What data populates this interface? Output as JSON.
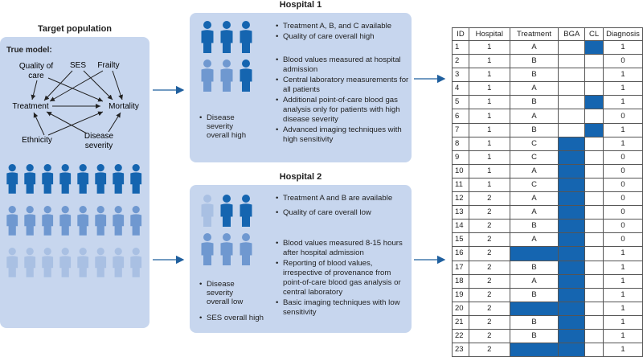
{
  "target": {
    "title": "Target population",
    "true_model_label": "True model:",
    "nodes": {
      "quality": [
        "Quality of",
        "care"
      ],
      "ses": "SES",
      "frailty": "Frailty",
      "treatment": "Treatment",
      "mortality": "Mortality",
      "ethnicity": "Ethnicity",
      "disease": [
        "Disease",
        "severity"
      ]
    }
  },
  "hospital1": {
    "title": "Hospital 1",
    "caption_lines": [
      "Disease",
      "severity",
      "overall high"
    ],
    "bullets_top": [
      "Treatment A, B, and C available",
      "Quality of care overall high"
    ],
    "bullets_bottom": [
      "Blood values measured at hospital admission",
      "Central laboratory measurements for all patients",
      "Additional point-of-care blood gas analysis only for patients with high disease severity",
      "Advanced imaging techniques with high sensitivity"
    ]
  },
  "hospital2": {
    "title": "Hospital 2",
    "caption_lines": [
      "Disease",
      "severity",
      "overall low"
    ],
    "caption2": "SES overall high",
    "bullets_top": [
      "Treatment A and B are available",
      "Quality of care overall low"
    ],
    "bullets_bottom": [
      "Blood values measured 8-15 hours after hospital admission",
      "Reporting of blood values, irrespective of provenance from point-of-care blood gas analysis or central laboratory",
      "Basic imaging techniques with low sensitivity"
    ]
  },
  "colors": {
    "panel": "#c7d6ee",
    "dark_blue": "#1565b0",
    "mid_blue": "#6f98d0",
    "light_blue": "#a9c0e3",
    "arrow": "#1f5f9e"
  },
  "table": {
    "headers": [
      "ID",
      "Hospital",
      "Treatment",
      "BGA",
      "CL",
      "Diagnosis"
    ],
    "rows": [
      {
        "id": "1",
        "hospital": "1",
        "treatment": "A",
        "bga": "",
        "cl": "",
        "diagnosis": "1",
        "blue": [
          "cl"
        ]
      },
      {
        "id": "2",
        "hospital": "1",
        "treatment": "B",
        "bga": "",
        "cl": "",
        "diagnosis": "0",
        "blue": []
      },
      {
        "id": "3",
        "hospital": "1",
        "treatment": "B",
        "bga": "",
        "cl": "",
        "diagnosis": "1",
        "blue": []
      },
      {
        "id": "4",
        "hospital": "1",
        "treatment": "A",
        "bga": "",
        "cl": "",
        "diagnosis": "1",
        "blue": []
      },
      {
        "id": "5",
        "hospital": "1",
        "treatment": "B",
        "bga": "",
        "cl": "",
        "diagnosis": "1",
        "blue": [
          "cl"
        ]
      },
      {
        "id": "6",
        "hospital": "1",
        "treatment": "A",
        "bga": "",
        "cl": "",
        "diagnosis": "0",
        "blue": []
      },
      {
        "id": "7",
        "hospital": "1",
        "treatment": "B",
        "bga": "",
        "cl": "",
        "diagnosis": "1",
        "blue": [
          "cl"
        ]
      },
      {
        "id": "8",
        "hospital": "1",
        "treatment": "C",
        "bga": "",
        "cl": "",
        "diagnosis": "1",
        "blue": [
          "bga"
        ]
      },
      {
        "id": "9",
        "hospital": "1",
        "treatment": "C",
        "bga": "",
        "cl": "",
        "diagnosis": "0",
        "blue": [
          "bga"
        ]
      },
      {
        "id": "10",
        "hospital": "1",
        "treatment": "A",
        "bga": "",
        "cl": "",
        "diagnosis": "0",
        "blue": [
          "bga"
        ]
      },
      {
        "id": "11",
        "hospital": "1",
        "treatment": "C",
        "bga": "",
        "cl": "",
        "diagnosis": "0",
        "blue": [
          "bga"
        ]
      },
      {
        "id": "12",
        "hospital": "2",
        "treatment": "A",
        "bga": "",
        "cl": "",
        "diagnosis": "0",
        "blue": [
          "bga"
        ]
      },
      {
        "id": "13",
        "hospital": "2",
        "treatment": "A",
        "bga": "",
        "cl": "",
        "diagnosis": "0",
        "blue": [
          "bga"
        ]
      },
      {
        "id": "14",
        "hospital": "2",
        "treatment": "B",
        "bga": "",
        "cl": "",
        "diagnosis": "0",
        "blue": [
          "bga"
        ]
      },
      {
        "id": "15",
        "hospital": "2",
        "treatment": "A",
        "bga": "",
        "cl": "",
        "diagnosis": "0",
        "blue": [
          "bga"
        ]
      },
      {
        "id": "16",
        "hospital": "2",
        "treatment": "",
        "bga": "",
        "cl": "",
        "diagnosis": "1",
        "blue": [
          "treatment",
          "bga"
        ]
      },
      {
        "id": "17",
        "hospital": "2",
        "treatment": "B",
        "bga": "",
        "cl": "",
        "diagnosis": "1",
        "blue": [
          "bga"
        ]
      },
      {
        "id": "18",
        "hospital": "2",
        "treatment": "A",
        "bga": "",
        "cl": "",
        "diagnosis": "1",
        "blue": [
          "bga"
        ]
      },
      {
        "id": "19",
        "hospital": "2",
        "treatment": "B",
        "bga": "",
        "cl": "",
        "diagnosis": "1",
        "blue": [
          "bga"
        ]
      },
      {
        "id": "20",
        "hospital": "2",
        "treatment": "",
        "bga": "",
        "cl": "",
        "diagnosis": "1",
        "blue": [
          "treatment",
          "bga"
        ]
      },
      {
        "id": "21",
        "hospital": "2",
        "treatment": "B",
        "bga": "",
        "cl": "",
        "diagnosis": "1",
        "blue": [
          "bga"
        ]
      },
      {
        "id": "22",
        "hospital": "2",
        "treatment": "B",
        "bga": "",
        "cl": "",
        "diagnosis": "1",
        "blue": [
          "bga"
        ]
      },
      {
        "id": "23",
        "hospital": "2",
        "treatment": "",
        "bga": "",
        "cl": "",
        "diagnosis": "1",
        "blue": [
          "treatment",
          "bga"
        ]
      }
    ]
  }
}
